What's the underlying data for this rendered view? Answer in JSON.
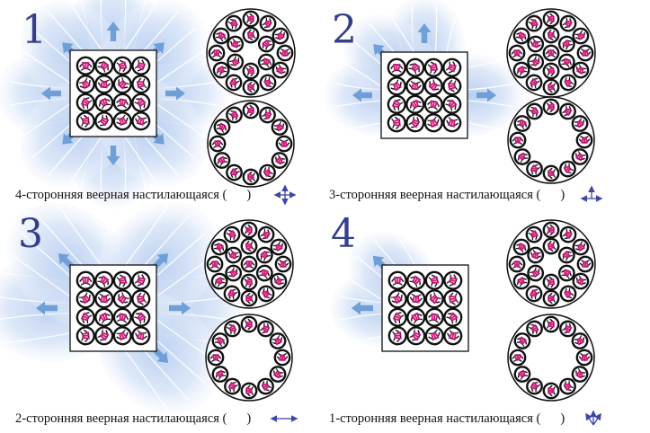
{
  "panels": [
    {
      "number": "1",
      "caption_text": "4-сторонняя веерная настилающаяся (",
      "caption_close": ")",
      "legend_icon": "four-way-arrow-icon",
      "fan_directions": [
        "up",
        "down",
        "left",
        "right",
        "up-left",
        "up-right",
        "down-left",
        "down-right"
      ]
    },
    {
      "number": "2",
      "caption_text": "3-сторонняя веерная настилающаяся (",
      "caption_close": ")",
      "legend_icon": "three-way-arrow-icon",
      "fan_directions": [
        "up",
        "left",
        "right",
        "up-left"
      ]
    },
    {
      "number": "3",
      "caption_text": "2-сторонняя веерная настилающаяся (",
      "caption_close": ")",
      "legend_icon": "two-way-arrow-icon",
      "fan_directions": [
        "left",
        "right",
        "up-left",
        "up-right",
        "down-right"
      ]
    },
    {
      "number": "4",
      "caption_text": "1-сторонняя веерная настилающаяся (",
      "caption_close": ")",
      "legend_icon": "one-way-fan-arrow-icon",
      "fan_directions": [
        "left",
        "up-left"
      ]
    }
  ],
  "colors": {
    "number": "#34408a",
    "arrow": "#6f9fd6",
    "legend_arrow": "#3d47a8",
    "pink_fibers": "#d6157e",
    "fan_blue": "#b7cdf0"
  }
}
